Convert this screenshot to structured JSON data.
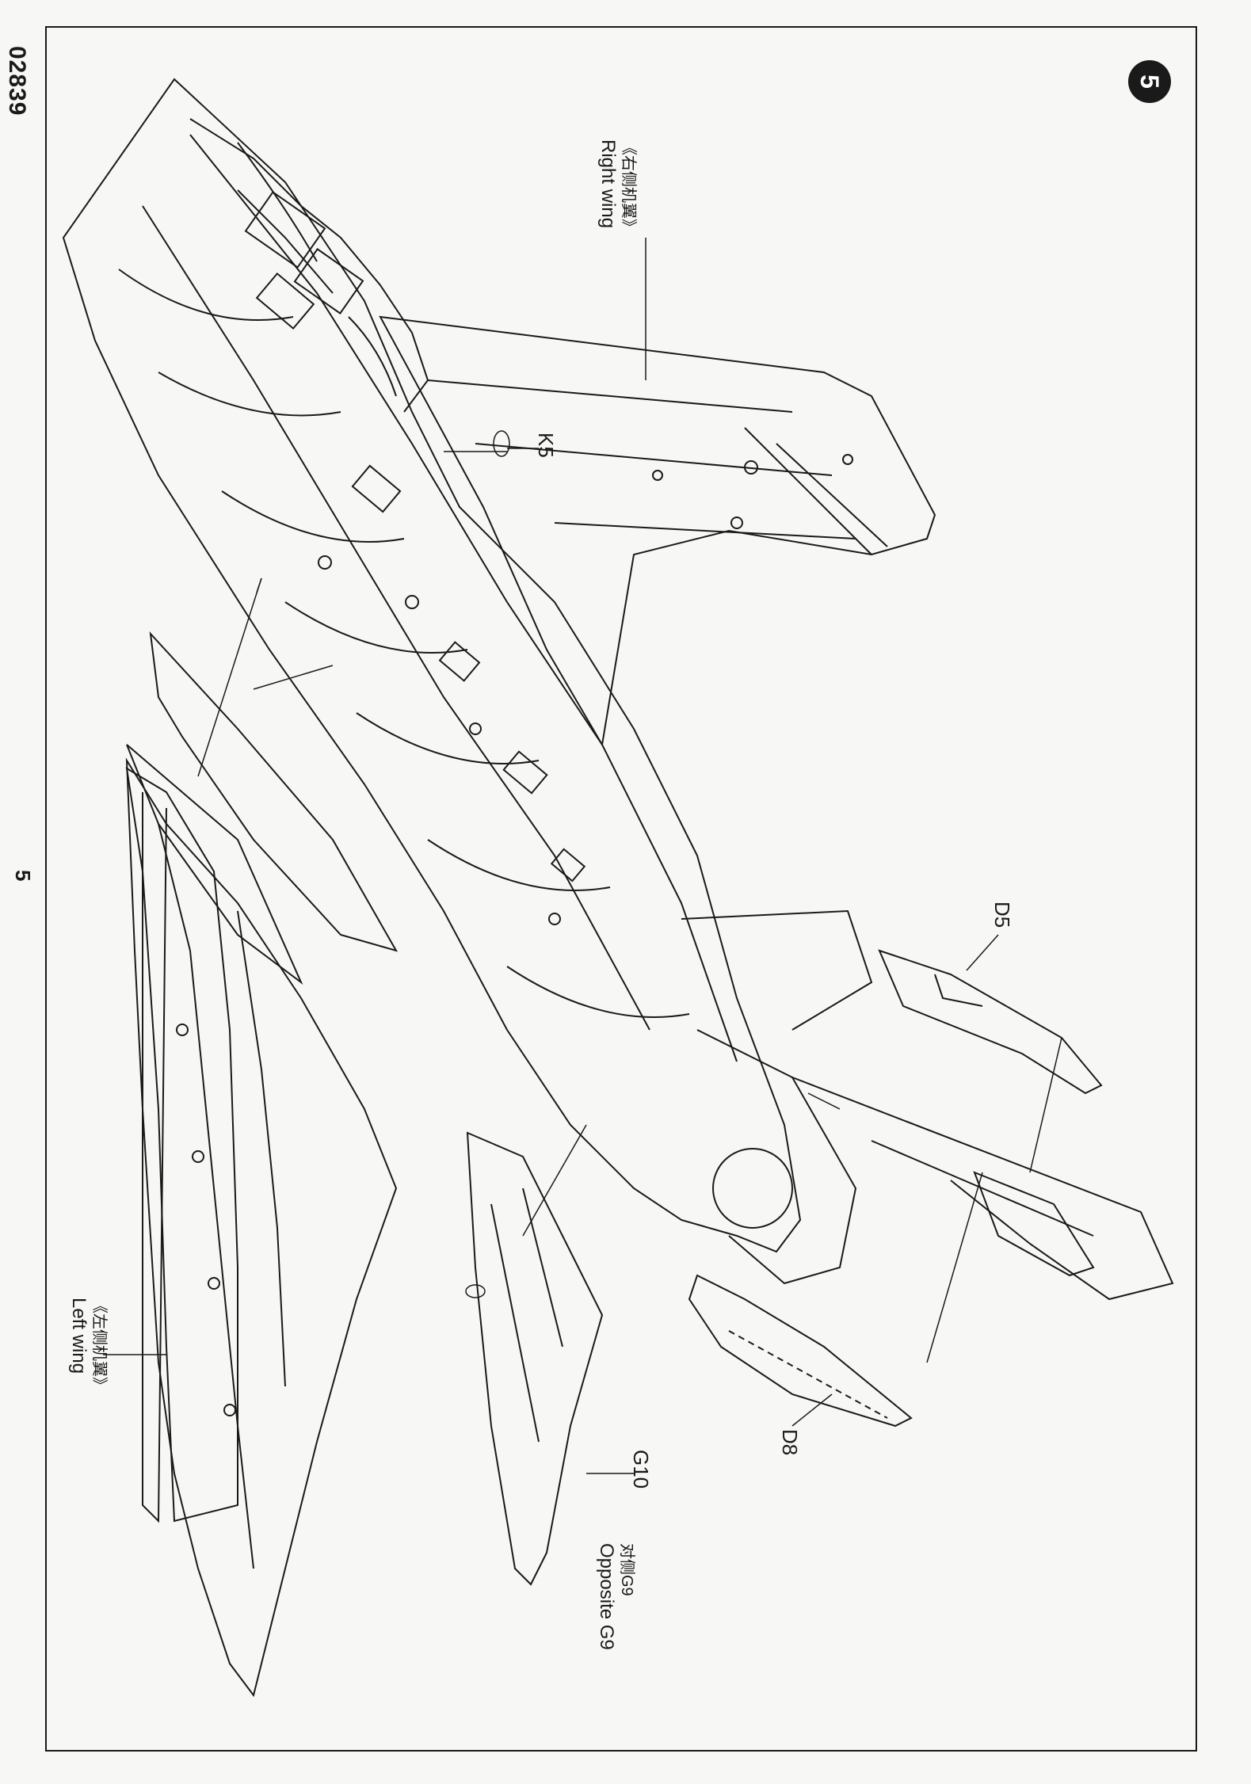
{
  "document": {
    "kit_code": "02839",
    "page_number": "5",
    "step_number": "5"
  },
  "labels": {
    "right_wing_cn": "《右侧机翼》",
    "right_wing_en": "Right wing",
    "left_wing_cn": "《左侧机翼》",
    "left_wing_en": "Left wing",
    "part_k5": "K5",
    "part_d5": "D5",
    "part_d8": "D8",
    "part_g10": "G10",
    "opposite_g9_cn": "对侧G9",
    "opposite_g9_en": "Opposite G9"
  },
  "colors": {
    "paper": "#f7f7f5",
    "ink": "#1a1a1a"
  }
}
